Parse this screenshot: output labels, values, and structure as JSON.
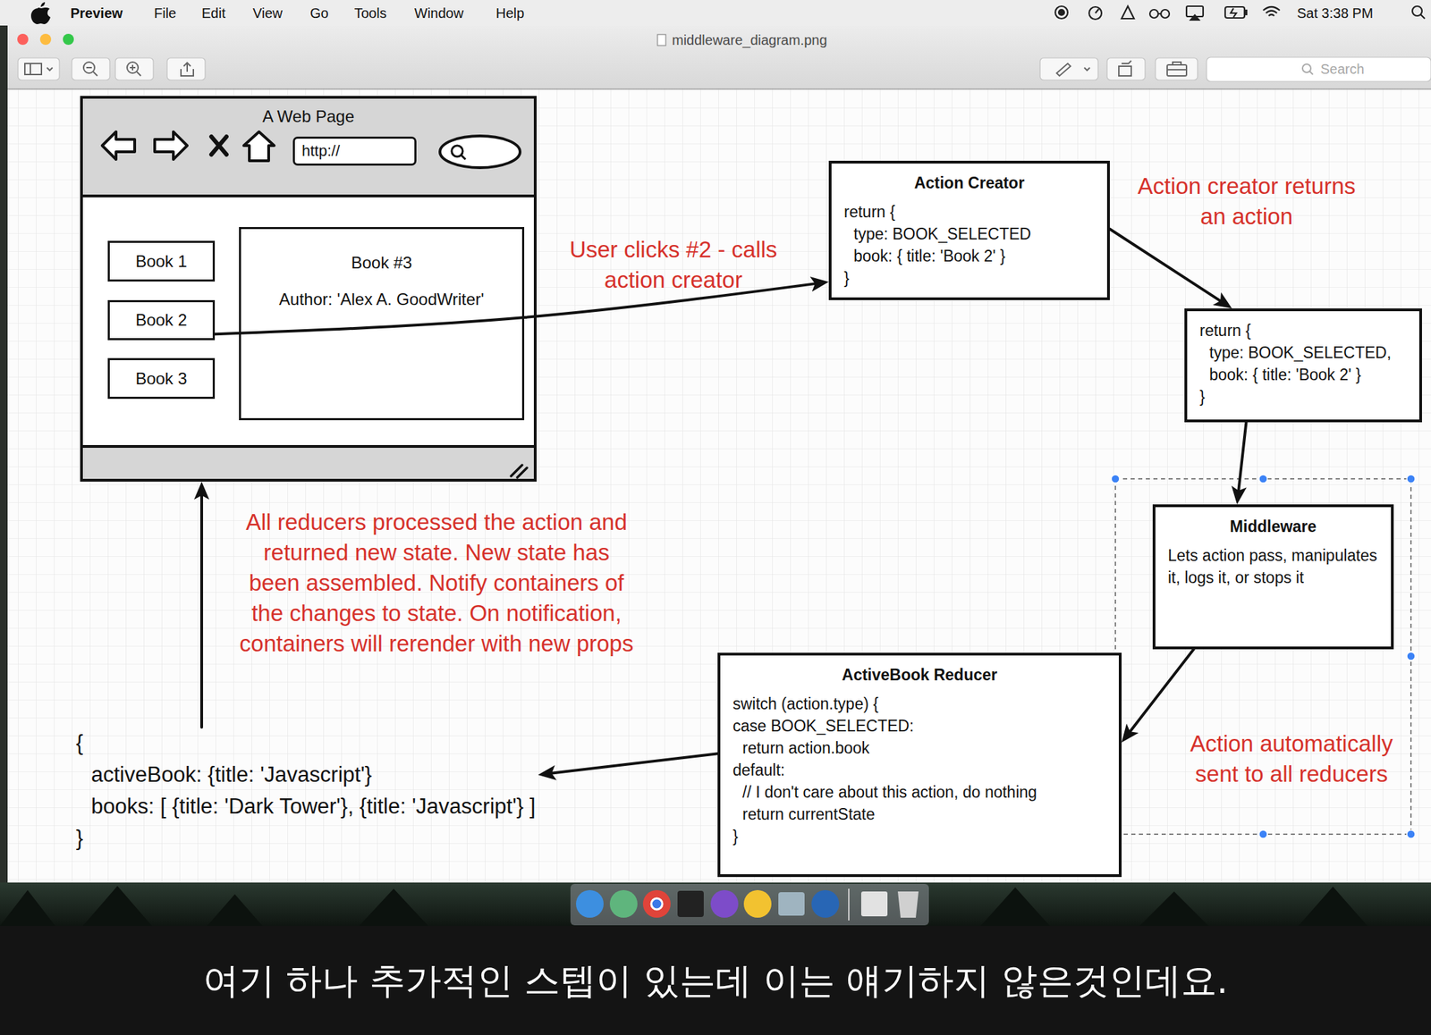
{
  "diagram": {
    "nodes": [
      {
        "text": [
          "A Web Page"
        ]
      },
      {
        "text": [
          "http://"
        ],
        "in": 0
      },
      {
        "text": [
          "Book 1"
        ],
        "in": 0
      },
      {
        "text": [
          "Book 2"
        ],
        "in": 0
      },
      {
        "text": [
          "Book 3"
        ],
        "in": 0
      },
      {
        "text": [
          "Book #3",
          "Author: 'Alex A. GoodWriter'"
        ],
        "in": 0
      },
      {
        "text": [
          "Action Creator",
          "return {",
          "type: BOOK_SELECTED",
          "book: { title: 'Book 2' }",
          "}"
        ]
      },
      {
        "text": [
          "return {",
          "type: BOOK_SELECTED,",
          "book: { title: 'Book 2' }",
          "}"
        ]
      },
      {
        "text": [
          "Middleware",
          "Lets action pass, manipulates it, logs it, or stops it"
        ]
      },
      {
        "text": [
          "ActiveBook Reducer",
          "switch (action.type) {",
          "case BOOK_SELECTED:",
          "return action.book",
          "default:",
          "// I don't care about this action, do nothing",
          "return currentState",
          "}"
        ]
      },
      {
        "text": [
          "{",
          "activeBook: {title: 'Javascript'}",
          "books: [ {title: 'Dark Tower'}, {title: 'Javascript'} ]",
          "}"
        ]
      }
    ],
    "edges": [
      {
        "from": 3,
        "to": 6,
        "arrow": "to",
        "label": "User clicks #2 - calls action creator"
      },
      {
        "from": 6,
        "to": 7,
        "arrow": "to",
        "label": "Action creator returns an action"
      },
      {
        "from": 7,
        "to": 8,
        "arrow": "to"
      },
      {
        "from": 8,
        "to": 9,
        "arrow": "to",
        "label": "Action automatically sent to all reducers"
      },
      {
        "from": 9,
        "to": 10,
        "arrow": "to"
      },
      {
        "from": 10,
        "to": 0,
        "arrow": "to",
        "label": "All reducers processed the action and returned new state. New state has been assembled. Notify containers of the changes to state. On notification, containers will rerender with new props"
      }
    ],
    "labels": [
      "Preview",
      "File",
      "Edit",
      "View",
      "Go",
      "Tools",
      "Window",
      "Help",
      "Sat 3:38 PM",
      "middleware_diagram.png",
      "Search",
      "여기 하나 추가적인 스텝이 있는데 이는 얘기하지 않은것인데요."
    ]
  }
}
